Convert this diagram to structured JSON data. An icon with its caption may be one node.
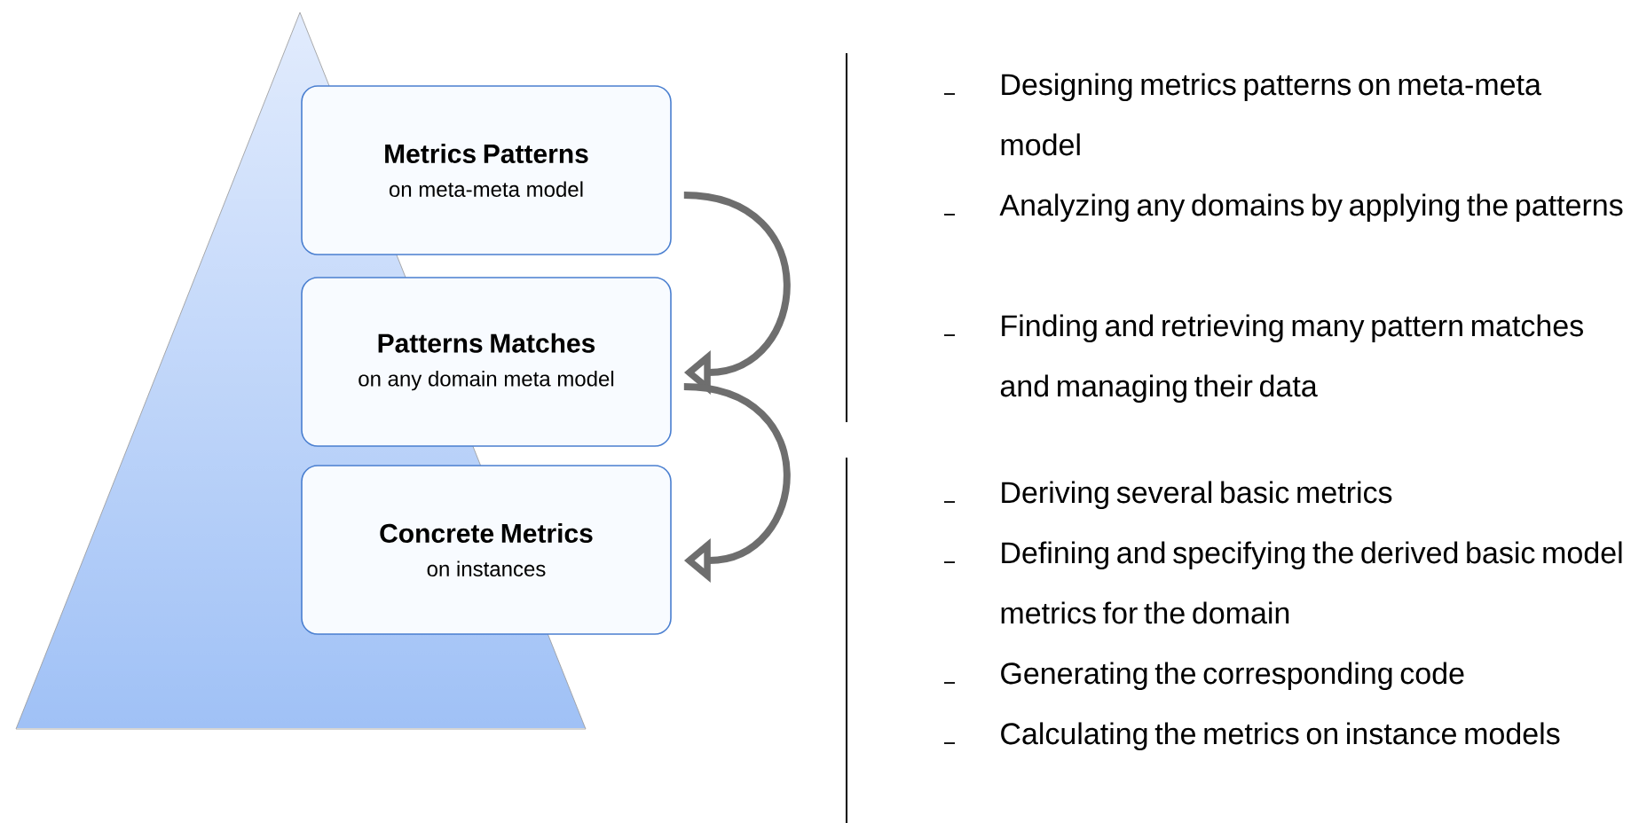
{
  "diagram": {
    "nodes": [
      {
        "text": [
          "Metrics Patterns",
          "on meta-meta model"
        ]
      },
      {
        "text": [
          "Patterns Matches",
          "on any domain meta model"
        ]
      },
      {
        "text": [
          "Concrete Metrics",
          "on instances"
        ]
      }
    ],
    "edges": [
      {
        "from": 0,
        "to": 1,
        "arrow": "to"
      },
      {
        "from": 1,
        "to": 2,
        "arrow": "to"
      }
    ],
    "labels": [
      "Designing metrics patterns on meta-meta model",
      "Analyzing any domains by applying the patterns",
      "Finding and retrieving many pattern matches and managing their data",
      "Deriving several basic metrics",
      "Defining and specifying the derived basic model metrics for the domain",
      "Generating the corresponding code",
      "Calculating the metrics on instance models"
    ]
  }
}
